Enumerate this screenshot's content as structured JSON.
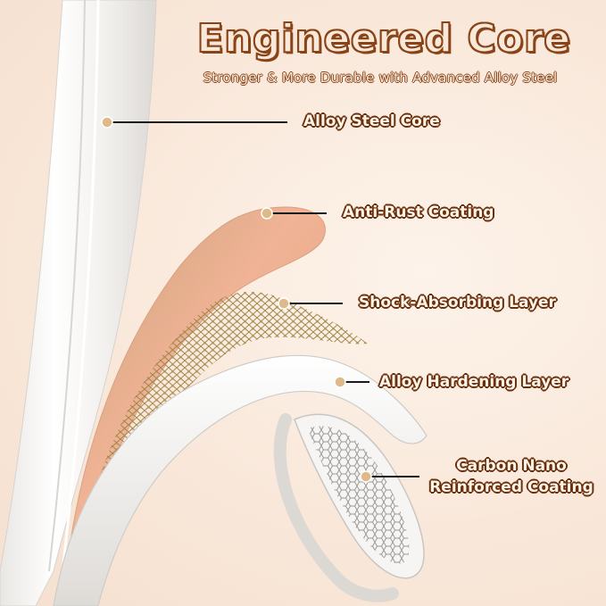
{
  "header": {
    "title": "Engineered Core",
    "subtitle": "Stronger & More Durable with Advanced Alloy Steel"
  },
  "callouts": [
    {
      "label": "Alloy Steel Core"
    },
    {
      "label": "Anti-Rust Coating"
    },
    {
      "label": "Shock-Absorbing Layer"
    },
    {
      "label": "Alloy Hardening Layer"
    },
    {
      "label_line1": "Carbon Nano",
      "label_line2": "Reinforced Coating"
    }
  ],
  "colors": {
    "background": "#f9e8da",
    "title_outline": "#8a4316",
    "dot": "#e0b98a",
    "copper": "#e8a684",
    "mesh": "#a88a4a"
  }
}
